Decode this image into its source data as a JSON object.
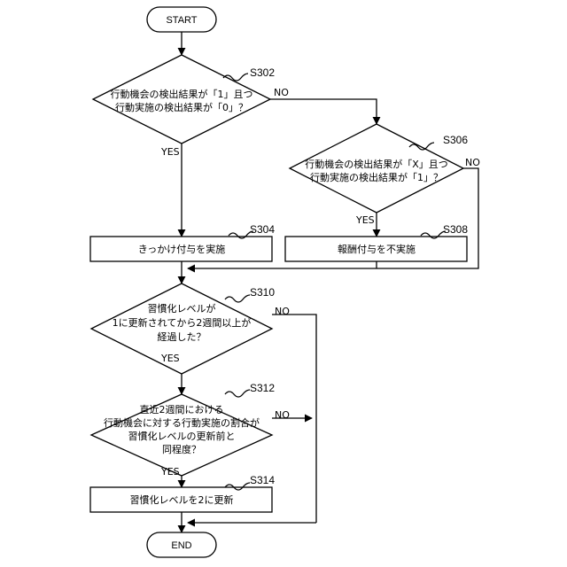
{
  "terminals": {
    "start": "START",
    "end": "END"
  },
  "steps": {
    "s302": {
      "id": "S302",
      "lines": [
        "行動機会の検出結果が「1」且つ",
        "行動実施の検出結果が「0」？"
      ]
    },
    "s304": {
      "id": "S304",
      "lines": [
        "きっかけ付与を実施"
      ]
    },
    "s306": {
      "id": "S306",
      "lines": [
        "行動機会の検出結果が「X」且つ",
        "行動実施の検出結果が「1」？"
      ]
    },
    "s308": {
      "id": "S308",
      "lines": [
        "報酬付与を不実施"
      ]
    },
    "s310": {
      "id": "S310",
      "lines": [
        "習慣化レベルが",
        "1に更新されてから2週間以上が",
        "経過した？"
      ]
    },
    "s312": {
      "id": "S312",
      "lines": [
        "直近2週間における",
        "行動機会に対する行動実施の割合が",
        "習慣化レベルの更新前と",
        "同程度？"
      ]
    },
    "s314": {
      "id": "S314",
      "lines": [
        "習慣化レベルを2に更新"
      ]
    }
  },
  "branch_labels": {
    "yes": "YES",
    "no": "NO"
  }
}
